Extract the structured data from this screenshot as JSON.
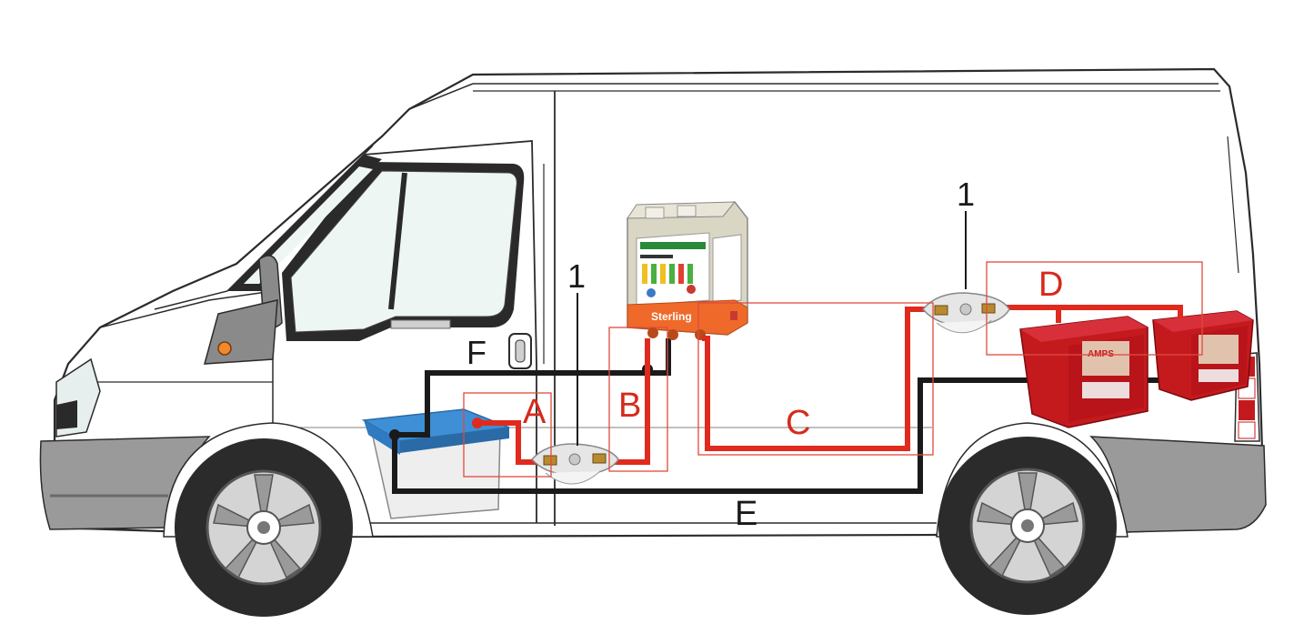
{
  "labels": {
    "a": "A",
    "b": "B",
    "c": "C",
    "d": "D",
    "e": "E",
    "f": "F",
    "fuse_front": "1",
    "fuse_rear": "1"
  },
  "charger": {
    "brand": "Sterling"
  },
  "leisure_battery": {
    "brand": "AMPS"
  },
  "colors": {
    "positive_cable": "#e02a1e",
    "negative_cable": "#1a1a1a",
    "label_red": "#d62a1c",
    "box_outline": "#e04a3c",
    "charger_orange": "#ef6a2a",
    "starter_battery_lid": "#3e8fd6",
    "leisure_battery_body": "#c41a1e",
    "van_body": "#ffffff",
    "bumper_grey": "#9a9a9a",
    "window_glass": "#eef6f4"
  }
}
